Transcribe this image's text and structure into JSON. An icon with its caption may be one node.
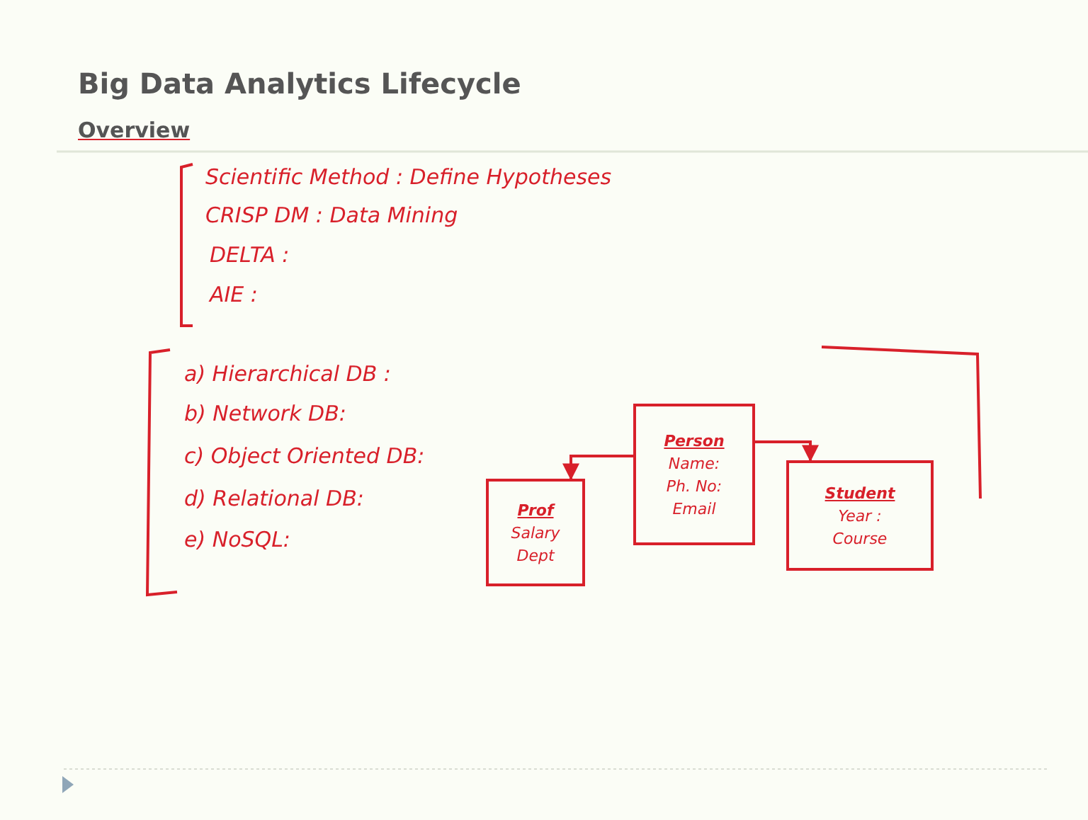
{
  "diagram": {
    "title": "Big Data Analytics Lifecycle",
    "nodes": [
      {
        "text": [
          "Prof",
          "Salary",
          "Dept"
        ]
      },
      {
        "text": [
          "Person",
          "Name:",
          "Ph. No:",
          "Email"
        ]
      },
      {
        "text": [
          "Student",
          "Year :",
          "Course"
        ]
      }
    ],
    "edges": [
      {
        "from": 1,
        "to": 0,
        "arrow": "to"
      },
      {
        "from": 1,
        "to": 2,
        "arrow": "to"
      }
    ],
    "labels": [
      "Overview",
      "Scientific Method : Define Hypotheses",
      "CRISP DM : Data Mining",
      "DELTA :",
      "AIE :",
      "a) Hierarchical DB :",
      "b) Network DB:",
      "c) Object Oriented DB:",
      "d) Relational DB:",
      "e) NoSQL:"
    ]
  }
}
